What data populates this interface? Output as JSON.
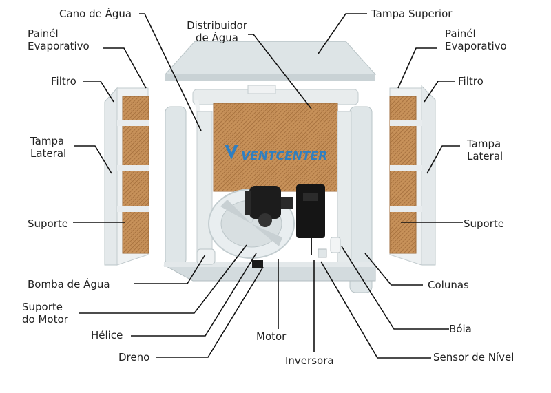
{
  "brand": {
    "logo_text": "VENTCENTER",
    "color": "#2f7fc1"
  },
  "colors": {
    "plastic": "#dde4e6",
    "plastic_dark": "#b9c4c7",
    "pad": "#c8925a",
    "pad_dark": "#9c6a3a",
    "leader": "#111111"
  },
  "labels": {
    "cano_agua": "Cano de Água",
    "distribuidor": "Distribuidor\nde Água",
    "tampa_superior": "Tampa Superior",
    "painel_left": "Painél\nEvaporativo",
    "painel_right": "Painél\nEvaporativo",
    "filtro_left": "Filtro",
    "filtro_right": "Filtro",
    "tampa_lateral_left": "Tampa\nLateral",
    "tampa_lateral_right": "Tampa\nLateral",
    "suporte_left": "Suporte",
    "suporte_right": "Suporte",
    "bomba_agua": "Bomba de Água",
    "suporte_motor": "Suporte\ndo Motor",
    "helice": "Hélice",
    "dreno": "Dreno",
    "motor": "Motor",
    "inversora": "Inversora",
    "colunas": "Colunas",
    "boia": "Bóia",
    "sensor_nivel": "Sensor de Nível"
  }
}
